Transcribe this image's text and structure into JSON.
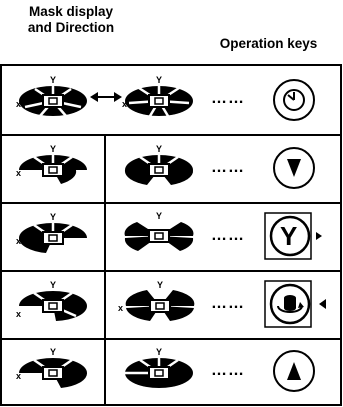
{
  "headers": {
    "mask_display_line1": "Mask display",
    "mask_display_line2": "and Direction",
    "operation_keys": "Operation keys"
  },
  "rows": [
    {
      "key_icon": "clock-dial-icon",
      "dots": "……",
      "label_y": "Y",
      "label_x": "x"
    },
    {
      "key_icon": "down-triangle-icon",
      "dots": "……",
      "label_y": "Y",
      "label_x": "x"
    },
    {
      "key_icon": "y-letter-icon",
      "key_letter": "Y",
      "dots": "……",
      "label_y": "Y",
      "label_x": "x"
    },
    {
      "key_icon": "rotate-dial-icon",
      "dots": "……",
      "label_y": "Y",
      "label_x": "x"
    },
    {
      "key_icon": "up-triangle-icon",
      "dots": "……",
      "label_y": "Y",
      "label_x": "x"
    }
  ]
}
